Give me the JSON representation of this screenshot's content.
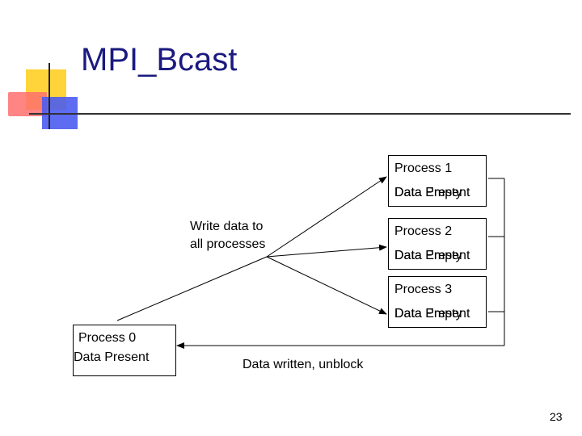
{
  "title": "MPI_Bcast",
  "processes": [
    {
      "label": "Process 1",
      "state_a": "Data Empty",
      "state_b": "Data Present"
    },
    {
      "label": "Process 2",
      "state_a": "Data Empty",
      "state_b": "Data Present"
    },
    {
      "label": "Process 3",
      "state_a": "Data Empty",
      "state_b": "Data Present"
    }
  ],
  "root": {
    "label": "Process 0",
    "state": "Data Present"
  },
  "write_label": [
    "Write data to",
    "all processes"
  ],
  "written_label": "Data written, unblock",
  "page_number": "23",
  "colors": {
    "title": "#1a1a80",
    "yellow": "#ffd43b",
    "red": "#ff6f6f",
    "blue": "#4d5cf0"
  }
}
